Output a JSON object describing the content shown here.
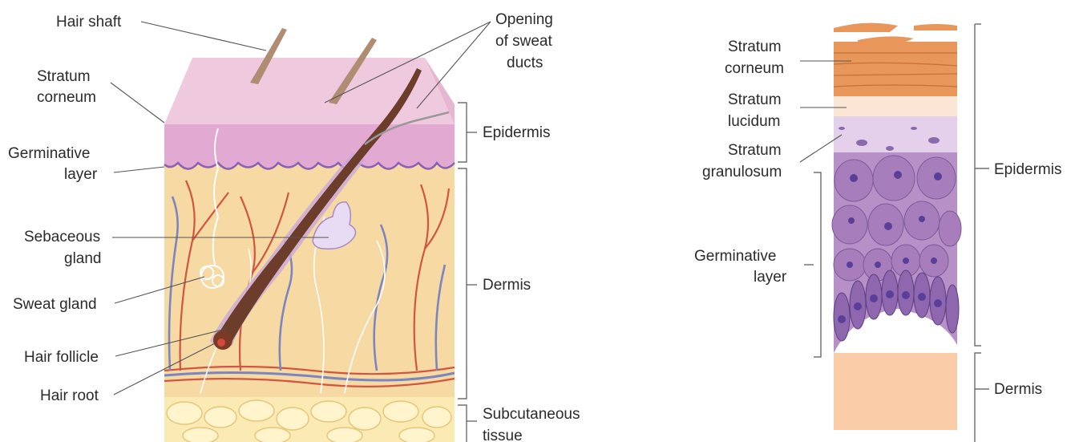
{
  "left_diagram": {
    "labels": {
      "hair_shaft": "Hair shaft",
      "opening_line1": "Opening",
      "opening_line2": "of sweat",
      "opening_line3": "ducts",
      "stratum_corneum_1": "Stratum",
      "stratum_corneum_2": "corneum",
      "germinative_1": "Germinative",
      "germinative_2": "layer",
      "sebaceous_1": "Sebaceous",
      "sebaceous_2": "gland",
      "sweat_gland": "Sweat gland",
      "hair_follicle": "Hair follicle",
      "hair_root": "Hair root",
      "epidermis": "Epidermis",
      "dermis": "Dermis",
      "subcutaneous_1": "Subcutaneous",
      "subcutaneous_2": "tissue"
    }
  },
  "right_diagram": {
    "labels": {
      "corneum_1": "Stratum",
      "corneum_2": "corneum",
      "lucidum_1": "Stratum",
      "lucidum_2": "lucidum",
      "granulosum_1": "Stratum",
      "granulosum_2": "granulosum",
      "germinative_1": "Germinative",
      "germinative_2": "layer",
      "epidermis": "Epidermis",
      "dermis": "Dermis"
    }
  },
  "colors": {
    "skin_top": "#efc9de",
    "epidermis": "#e2a9d2",
    "dermis": "#f7d9a3",
    "subcutaneous": "#fbeab4",
    "hair": "#6b3d2a",
    "artery": "#d2553f",
    "vein": "#7b86c0",
    "corneum": "#e8965a",
    "cells": "#a87dbb",
    "dermis_right": "#f9cba6"
  }
}
